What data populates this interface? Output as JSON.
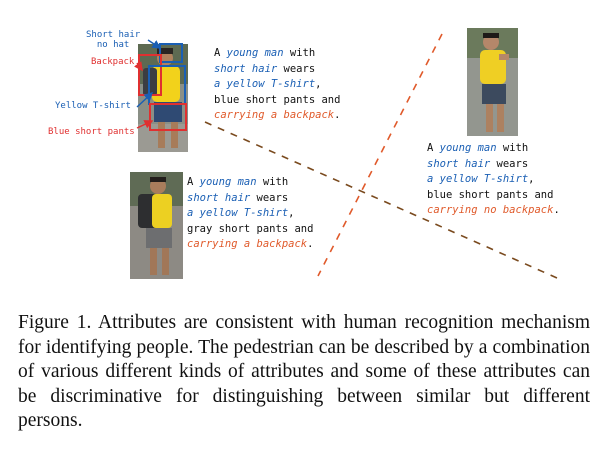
{
  "annotations": {
    "short_hair_no_hat": [
      "Short hair",
      "no hat"
    ],
    "backpack": "Backpack",
    "yellow_tshirt": "Yellow T-shirt",
    "blue_short_pants": "Blue short pants"
  },
  "descriptions": [
    {
      "l1_pre": "A ",
      "l1_em": "young man",
      "l1_post": " with",
      "l2_em": "short hair",
      "l2_post": " wears",
      "l3_em": "a yellow T-shirt",
      "l3_post": ",",
      "l4": "blue short pants and",
      "l5_em": "carrying a backpack",
      "l5_post": "."
    },
    {
      "l1_pre": "A ",
      "l1_em": "young man",
      "l1_post": " with",
      "l2_em": "short hair",
      "l2_post": " wears",
      "l3_em": "a yellow T-shirt",
      "l3_post": ",",
      "l4": "blue short pants and",
      "l5_em": "carrying no backpack",
      "l5_post": "."
    },
    {
      "l1_pre": "A ",
      "l1_em": "young man",
      "l1_post": " with",
      "l2_em": "short hair",
      "l2_post": " wears",
      "l3_em": "a yellow T-shirt",
      "l3_post": ",",
      "l4": "gray short pants and",
      "l5_em": "carrying a backpack",
      "l5_post": "."
    }
  ],
  "caption": "Figure 1. Attributes are consistent with human recognition mechanism for identifying people. The pedestrian can be described by a combination of various different kinds of attributes and some of these attributes can be discriminative for distinguishing between similar but different persons.",
  "colors": {
    "blue": "#1a5fb4",
    "orange": "#e05a2b",
    "red": "#e03030",
    "dash": "#7a4a1e"
  }
}
